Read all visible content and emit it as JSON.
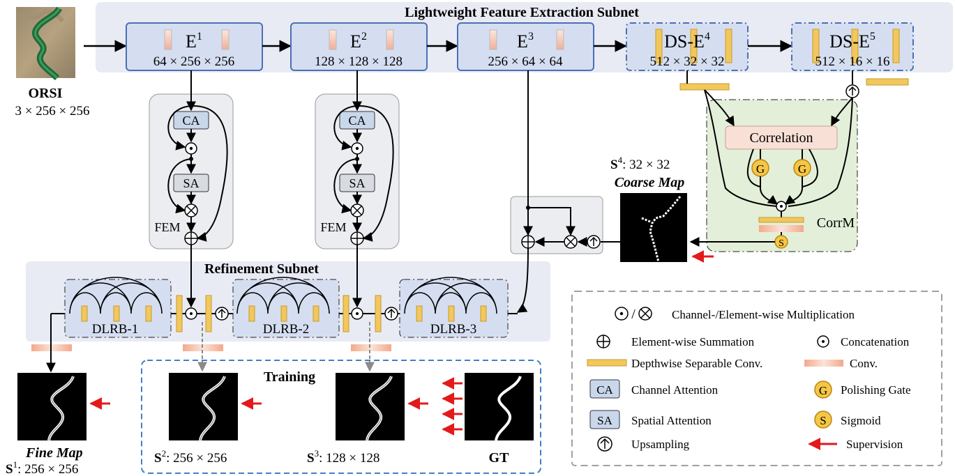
{
  "titles": {
    "extraction": "Lightweight Feature Extraction Subnet",
    "refinement": "Refinement Subnet",
    "training": "Training"
  },
  "input": {
    "label": "ORSI",
    "size": "3 × 256 × 256"
  },
  "encoders": [
    {
      "name": "E",
      "sup": "1",
      "size": "64 × 256 × 256"
    },
    {
      "name": "E",
      "sup": "2",
      "size": "128 × 128 × 128"
    },
    {
      "name": "E",
      "sup": "3",
      "size": "256 × 64 × 64"
    },
    {
      "name": "DS-E",
      "sup": "4",
      "size": "512 × 32 × 32"
    },
    {
      "name": "DS-E",
      "sup": "5",
      "size": "512 × 16 × 16"
    }
  ],
  "fem": {
    "ca": "CA",
    "sa": "SA",
    "label": "FEM"
  },
  "corr": {
    "block": "Correlation",
    "gate": "G",
    "sigmoid": "S",
    "label": "CorrM"
  },
  "coarse": {
    "s_sup": "4",
    "size": ": 32 × 32",
    "label": "Coarse Map"
  },
  "dlrb": [
    "DLRB-1",
    "DLRB-2",
    "DLRB-3"
  ],
  "outputs": {
    "fine_label": "Fine Map",
    "s1_sup": "1",
    "s1_size": ": 256 × 256",
    "s2_sup": "2",
    "s2_size": ": 256 × 256",
    "s3_sup": "3",
    "s3_size": ": 128 × 128",
    "gt": "GT",
    "s_letter": "S"
  },
  "legend": {
    "mult": "Channel-/Element-wise Multiplication",
    "sum": "Element-wise Summation",
    "concat": "Concatenation",
    "dsconv": "Depthwise Separable Conv.",
    "conv": "Conv.",
    "ca_box": "CA",
    "ca": "Channel Attention",
    "g_box": "G",
    "gate": "Polishing Gate",
    "sa_box": "SA",
    "sa": "Spatial Attention",
    "s_box": "S",
    "sigmoid": "Sigmoid",
    "up": "Upsampling",
    "sup": "Supervision",
    "sep": "/"
  },
  "colors": {
    "panel": "#e8ebf3",
    "encoder_fill": "#d5def1",
    "encoder_stroke": "#4a6fb5",
    "fem_panel": "#ecedf1",
    "corr_panel": "#e3efd9",
    "corr_block": "#f9e0d6",
    "gate": "#f6c646",
    "dsconv": "#f2c75c",
    "red": "#e3191b",
    "training_border": "#3f7fc8"
  }
}
